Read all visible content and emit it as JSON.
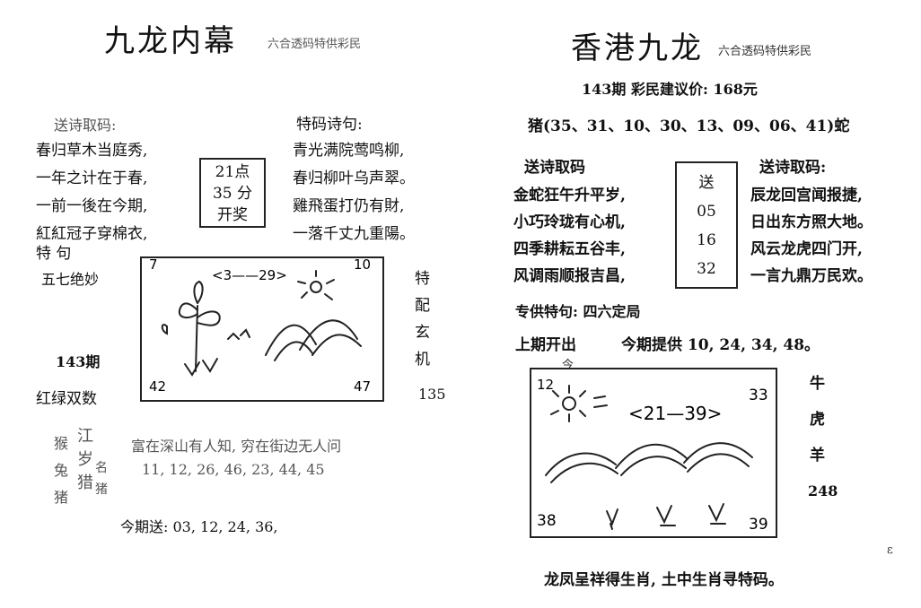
{
  "left": {
    "title": "九龙内幕",
    "subtitle": "六合透码特供彩民",
    "poem_header": "送诗取码:",
    "special_header": "特码诗句:",
    "poem_lines": [
      "春归草木当庭秀,",
      "一年之计在于春,",
      "一前一後在今期,",
      "紅紅冠子穿棉衣,"
    ],
    "special_lines": [
      "青光满院莺鸣柳,",
      "春归柳叶乌声翠。",
      "雞飛蛋打仍有財,",
      "一落千丈九重陽。"
    ],
    "time_lines": [
      "21点",
      "35 分",
      "开奖"
    ],
    "te_ju": "特 句",
    "wuqi": "五七绝妙",
    "issue": "143期",
    "hong_lv": "红绿双数",
    "side_vertical": [
      "特",
      "配",
      "玄",
      "机"
    ],
    "side_number": "135",
    "pic_numbers": {
      "top_left": "7",
      "top_right": "10",
      "bottom_left": "42",
      "bottom_right": "47",
      "range": "<3——29>"
    },
    "zodiac_col1": [
      "猴",
      "兔",
      "猪"
    ],
    "zodiac_col2": [
      "江",
      "岁",
      "猎"
    ],
    "zodiac_col3": [
      "",
      "名",
      "猪"
    ],
    "saying": "富在深山有人知, 穷在街边无人问",
    "numbers_line": "11, 12, 26, 46, 23, 44, 45",
    "today_send": "今期送: 03, 12, 24, 36,"
  },
  "right": {
    "title": "香港九龙",
    "subtitle": "六合透码特供彩民",
    "price_line": "143期  彩民建议价: 168元",
    "pig_line": "猪(35、31、10、30、13、09、06、41)蛇",
    "poem_header_left": "送诗取码",
    "poem_header_right": "送诗取码:",
    "poem_left": [
      "金蛇狂午升平岁,",
      "小巧玲珑有心机,",
      "四季耕耘五谷丰,",
      "风调雨顺报吉昌,"
    ],
    "poem_right": [
      "辰龙回宫闻报捷,",
      "日出东方照大地。",
      "风云龙虎四门开,",
      "一言九鼎万民欢。"
    ],
    "send_box": [
      "送",
      "05",
      "16",
      "32"
    ],
    "special_line": "专供特句: 四六定局",
    "last_issue": "上期开出",
    "provide": "今期提供 10, 24, 34, 48。",
    "jin": "今",
    "pic_numbers": {
      "top_left": "12",
      "top_right": "33",
      "bottom_left": "38",
      "bottom_right": "39",
      "range": "<21—39>"
    },
    "side_vertical": [
      "牛",
      "虎",
      "羊"
    ],
    "side_number": "248",
    "mark": "ε",
    "footer": "龙凤呈祥得生肖, 土中生肖寻特码。"
  }
}
